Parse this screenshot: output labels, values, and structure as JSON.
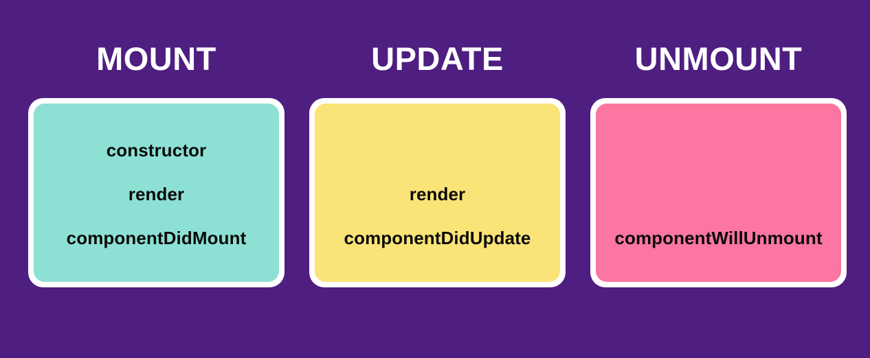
{
  "background_color": "#4E1E80",
  "heading_color": "#FFFFFF",
  "label_color": "#0A0A0A",
  "frame_color": "#FFFFFF",
  "columns": [
    {
      "heading": "MOUNT",
      "card_color": "#8DE0D4",
      "rows": [
        "constructor",
        "render",
        "componentDidMount"
      ]
    },
    {
      "heading": "UPDATE",
      "card_color": "#FAE377",
      "rows": [
        "",
        "render",
        "componentDidUpdate"
      ]
    },
    {
      "heading": "UNMOUNT",
      "card_color": "#FB76A0",
      "rows": [
        "",
        "",
        "componentWillUnmount"
      ]
    }
  ]
}
